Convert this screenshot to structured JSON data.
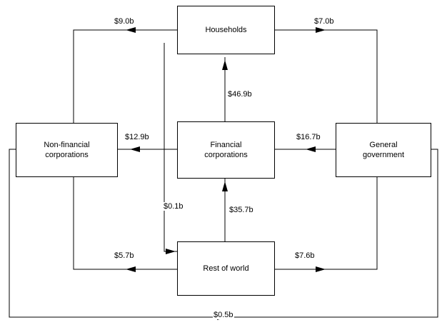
{
  "diagram": {
    "type": "flow-diagram",
    "currency_unit": "billions of dollars",
    "nodes": [
      {
        "id": "households",
        "label": "Households"
      },
      {
        "id": "nonfinancial",
        "label": "Non-financial\ncorporations"
      },
      {
        "id": "financial",
        "label": "Financial\ncorporations"
      },
      {
        "id": "government",
        "label": "General\ngovernment"
      },
      {
        "id": "restofworld",
        "label": "Rest of world"
      }
    ],
    "flows": [
      {
        "id": "households-to-nonfinancial",
        "label": "$9.0b",
        "value": 9.0,
        "from": "households",
        "to": "nonfinancial"
      },
      {
        "id": "households-to-government",
        "label": "$7.0b",
        "value": 7.0,
        "from": "households",
        "to": "government"
      },
      {
        "id": "financial-to-households",
        "label": "$46.9b",
        "value": 46.9,
        "from": "financial",
        "to": "households"
      },
      {
        "id": "financial-to-nonfinancial",
        "label": "$12.9b",
        "value": 12.9,
        "from": "financial",
        "to": "nonfinancial"
      },
      {
        "id": "government-to-financial",
        "label": "$16.7b",
        "value": 16.7,
        "from": "government",
        "to": "financial"
      },
      {
        "id": "households-to-restofworld",
        "label": "$0.1b",
        "value": 0.1,
        "from": "households",
        "to": "restofworld"
      },
      {
        "id": "restofworld-to-financial",
        "label": "$35.7b",
        "value": 35.7,
        "from": "restofworld",
        "to": "financial"
      },
      {
        "id": "restofworld-to-nonfinancial",
        "label": "$5.7b",
        "value": 5.7,
        "from": "restofworld",
        "to": "nonfinancial"
      },
      {
        "id": "restofworld-to-government",
        "label": "$7.6b",
        "value": 7.6,
        "from": "restofworld",
        "to": "government"
      },
      {
        "id": "government-to-nonfinancial",
        "label": "$0.5b",
        "value": 0.5,
        "from": "government",
        "to": "nonfinancial"
      }
    ]
  }
}
